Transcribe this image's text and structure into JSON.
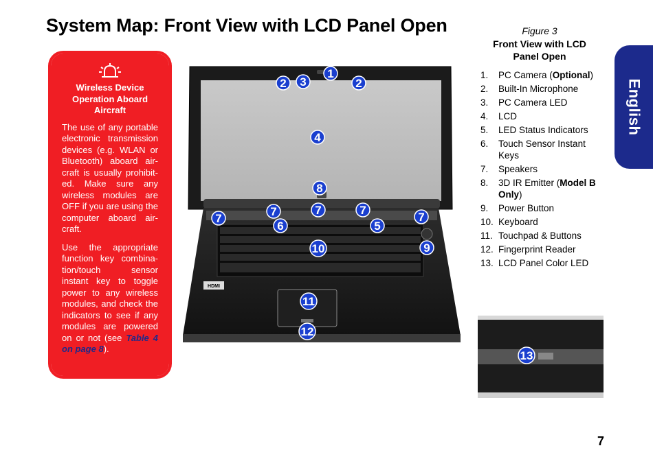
{
  "title": "System Map: Front View with LCD Panel Open",
  "warning": {
    "icon": "aircraft-warning-icon",
    "heading": "Wireless Device Operation Aboard Aircraft",
    "para1": "The use of any portable electronic transmission devices (e.g. WLAN or Bluetooth) aboard air-craft is usually prohibit-ed. Make sure any wireless modules are OFF if you are using the computer aboard air-craft.",
    "para2_pre": "Use the appropriate function key combina-tion/touch sensor instant key to toggle power to any wireless modules, and check the indicators to see if any modules are powered on or not (see ",
    "para2_link": "Table 4 on page 8",
    "para2_post": ")."
  },
  "figure": {
    "label": "Figure 3",
    "title": "Front View with LCD Panel Open"
  },
  "parts": [
    {
      "num": "1.",
      "pre": "PC Camera (",
      "bold": "Optional",
      "post": ")"
    },
    {
      "num": "2.",
      "pre": "Built-In Microphone",
      "bold": "",
      "post": ""
    },
    {
      "num": "3.",
      "pre": "PC Camera LED",
      "bold": "",
      "post": ""
    },
    {
      "num": "4.",
      "pre": "LCD",
      "bold": "",
      "post": ""
    },
    {
      "num": "5.",
      "pre": "LED Status Indicators",
      "bold": "",
      "post": ""
    },
    {
      "num": "6.",
      "pre": "Touch Sensor Instant Keys",
      "bold": "",
      "post": ""
    },
    {
      "num": "7.",
      "pre": "Speakers",
      "bold": "",
      "post": ""
    },
    {
      "num": "8.",
      "pre": "3D IR Emitter (",
      "bold": "Model B Only",
      "post": ")"
    },
    {
      "num": "9.",
      "pre": "Power Button",
      "bold": "",
      "post": ""
    },
    {
      "num": "10.",
      "pre": "Keyboard",
      "bold": "",
      "post": ""
    },
    {
      "num": "11.",
      "pre": "Touchpad & Buttons",
      "bold": "",
      "post": ""
    },
    {
      "num": "12.",
      "pre": "Fingerprint Reader",
      "bold": "",
      "post": ""
    },
    {
      "num": "13.",
      "pre": "LCD Panel Color LED",
      "bold": "",
      "post": ""
    }
  ],
  "callouts": [
    "1",
    "2",
    "3",
    "2",
    "4",
    "8",
    "7",
    "7",
    "7",
    "7",
    "7",
    "6",
    "5",
    "9",
    "10",
    "11",
    "12"
  ],
  "lcd_callout": "13",
  "laptop_labels": {
    "hdmi": "HDMI"
  },
  "language_tab": "English",
  "page_number": "7",
  "colors": {
    "warning_red": "#f01e24",
    "brand_blue": "#1c2a8c",
    "badge_blue": "#1a3fcf"
  }
}
